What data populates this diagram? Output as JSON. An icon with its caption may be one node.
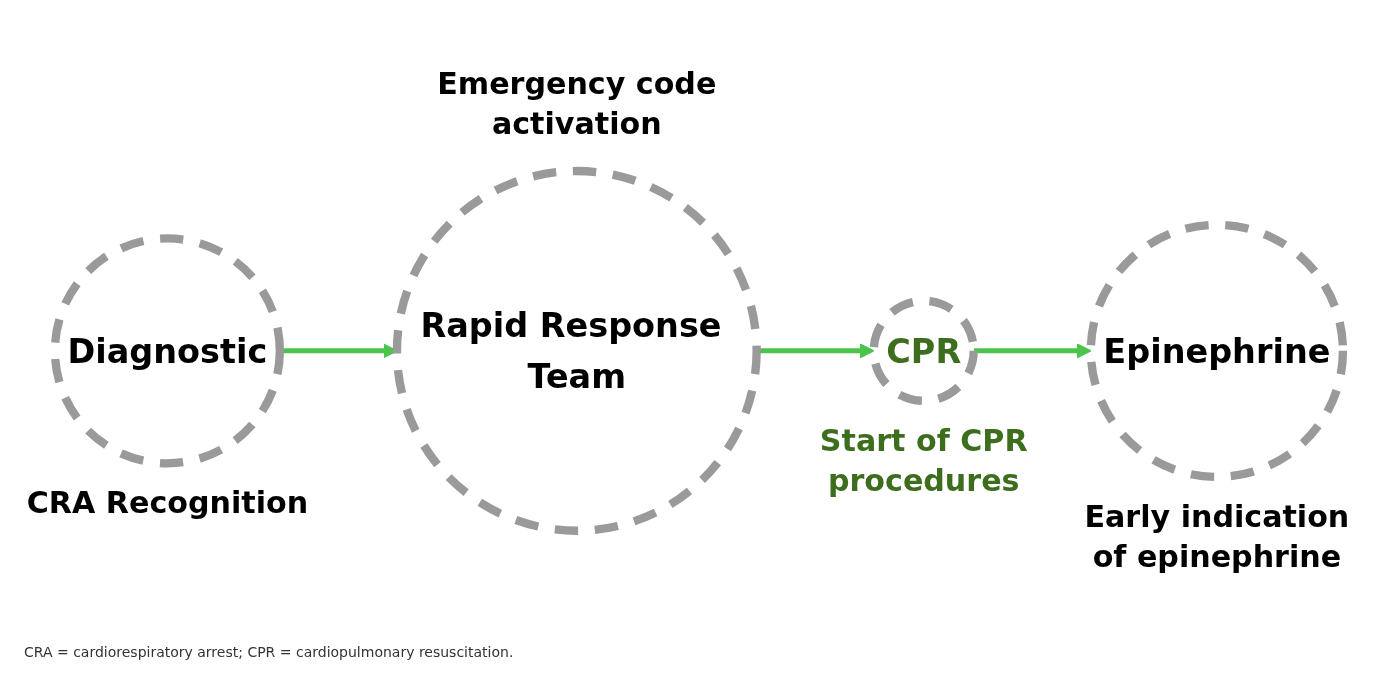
{
  "diagram": {
    "caption": "CRA = cardiorespiratory arrest; CPR = cardiopulmonary resuscitation.",
    "nodes": [
      {
        "text": [
          "Diagnostic"
        ],
        "beside": [
          "CRA Recognition"
        ]
      },
      {
        "text": [
          "Rapid Response Team"
        ],
        "beside": [
          "Emergency code activation"
        ]
      },
      {
        "text": [
          "CPR"
        ],
        "beside": [
          "Start of CPR procedures"
        ]
      },
      {
        "text": [
          "Epinephrine"
        ],
        "beside": [
          "Early indication of epinephrine"
        ]
      }
    ],
    "edges": [
      {
        "from": 0,
        "to": 1,
        "arrow": "to"
      },
      {
        "from": 1,
        "to": 2,
        "arrow": "to"
      },
      {
        "from": 2,
        "to": 3,
        "arrow": "to"
      }
    ]
  }
}
